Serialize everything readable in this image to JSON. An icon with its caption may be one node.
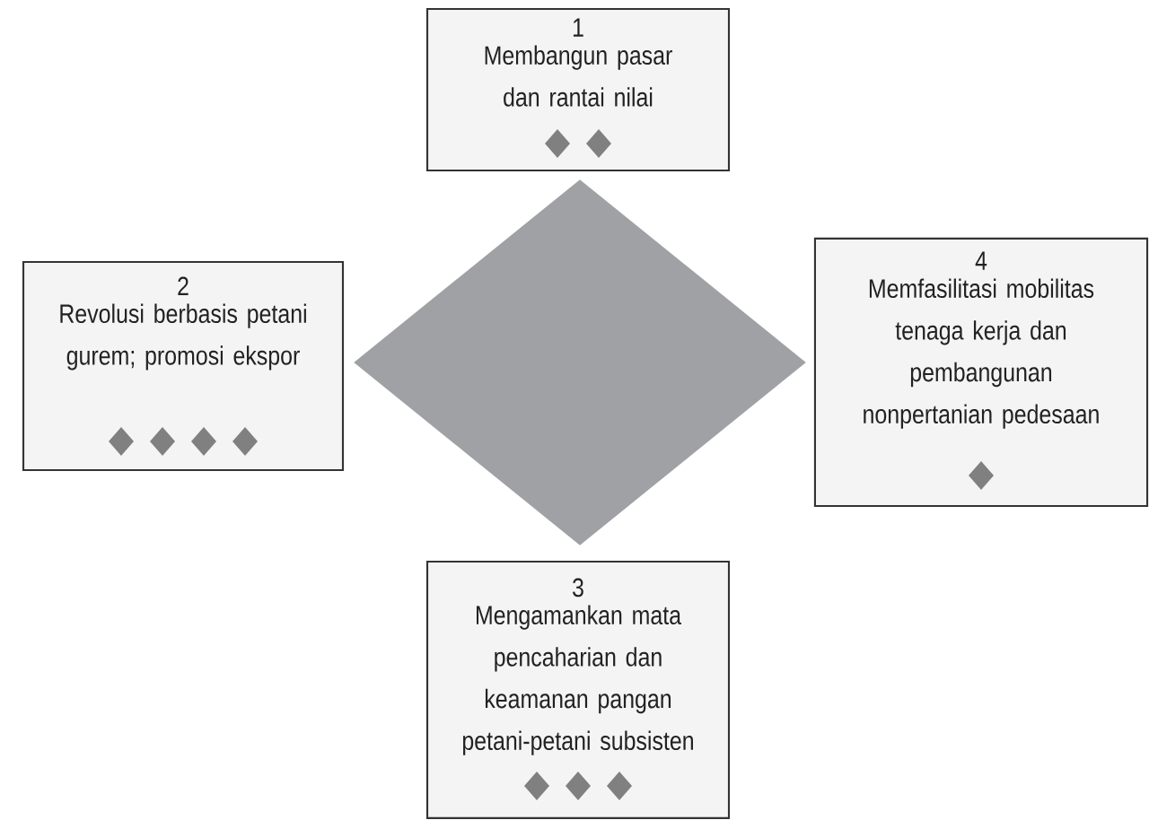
{
  "diagram": {
    "nodes": [
      {
        "text": [],
        "shape": "diamond"
      },
      {
        "text": [
          "1",
          "Membangun pasar dan rantai nilai"
        ]
      },
      {
        "text": [
          "2",
          "Revolusi berbasis petani gurem; promosi ekspor"
        ]
      },
      {
        "text": [
          "4",
          "Memfasilitasi mobilitas tenaga kerja dan pembangunan nonpertanian pedesaan"
        ]
      },
      {
        "text": [
          "3",
          "Mengamankan mata pencaharian dan keamanan pangan petani-petani subsisten"
        ]
      }
    ]
  }
}
